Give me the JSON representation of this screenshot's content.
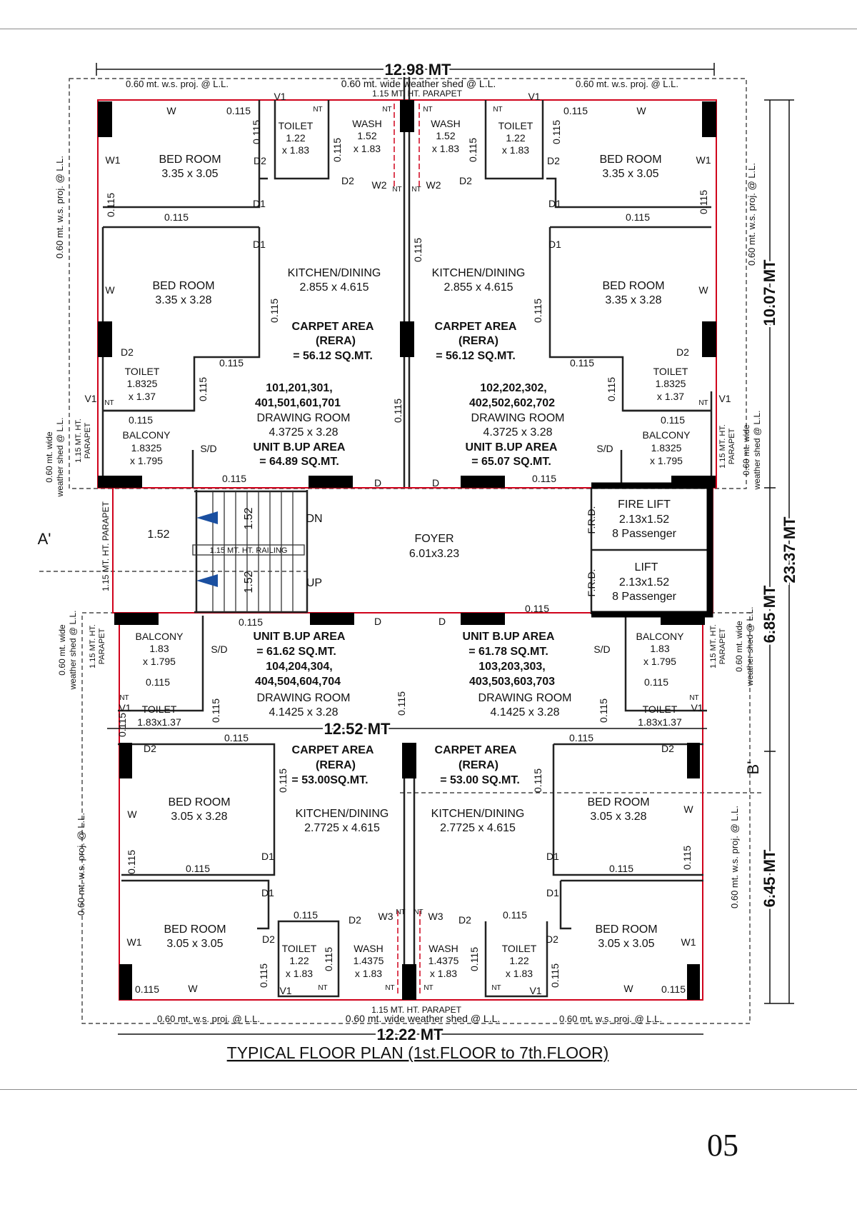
{
  "title": "TYPICAL FLOOR PLAN (1st.FLOOR to 7th.FLOOR)",
  "page_number": "05",
  "colors": {
    "wall": "#000000",
    "outline": "#d0021b",
    "carpet": "#e10ec8",
    "buparea": "#e0161a",
    "units": "#1a1aa8",
    "leader": "#1a4fa0"
  },
  "dimensions": {
    "top": "12.98 MT",
    "bottom": "12.22 MT",
    "middle": "12.52 MT",
    "overall": "23.37 MT",
    "right_top": "10.07 MT",
    "right_mid": "6.85 MT",
    "right_bot": "6.45 MT"
  },
  "notes": {
    "ws_proj": "0.60 mt. w.s. proj. @ L.L.",
    "wide_shed": "0.60 mt. wide weather shed @ L.L.",
    "parapet": "1.15 MT. HT. PARAPET",
    "railing": "1.15 MT. HT. RAILING",
    "side_shed_1": "0.60 mt. wide",
    "side_shed_2": "weather shed @ L.L.",
    "side_parapet_1": "1.15 MT. HT.",
    "side_parapet_2": "PARAPET",
    "stair_parapet": "1.15 MT. HT. PARAPET",
    "sectionA": "A'",
    "sectionB": "B'"
  },
  "rooms": {
    "bed_room": "BED ROOM",
    "bed1": "3.35 x 3.05",
    "bed2": "3.35 x 3.28",
    "bed3": "3.05 x 3.28",
    "bed4": "3.05 x 3.05",
    "toilet": "TOILET",
    "t_122": "1.22",
    "t_x183": "x 1.83",
    "t_18325": "1.8325",
    "t_x137": "x 1.37",
    "t_small": "1.83x1.37",
    "wash": "WASH",
    "w_152": "1.52",
    "w_x183": "x 1.83",
    "w_14375": "1.4375",
    "kitchen": "KITCHEN/DINING",
    "k1": "2.855 x 4.615",
    "k2": "2.7725 x 4.615",
    "drawing": "DRAWING ROOM",
    "d1": "4.3725 x 3.28",
    "d2": "4.1425 x 3.28",
    "balcony": "BALCONY",
    "b_18325": "1.8325",
    "b_x1795": "x 1.795",
    "b_183": "1.83",
    "foyer": "FOYER",
    "foyer_dim": "6.01x3.23",
    "fire_lift": "FIRE LIFT",
    "lift": "LIFT",
    "lift_dim": "2.13x1.52",
    "passenger": "8 Passenger",
    "frd": "F.R.D.",
    "dn": "DN",
    "up": "UP",
    "stair_dim": "1.52"
  },
  "areas": {
    "carpet": "CARPET AREA",
    "rera": "(RERA)",
    "c1": "= 56.12 SQ.MT.",
    "c2": "= 56.12 SQ.MT.",
    "c3": "= 53.00SQ.MT.",
    "c4": "= 53.00 SQ.MT.",
    "bup": "UNIT B.UP AREA",
    "bu1": "= 64.89 SQ.MT.",
    "bu2": "= 65.07 SQ.MT.",
    "bu3": "= 61.62 SQ.MT.",
    "bu4": "= 61.78 SQ.MT.",
    "u1a": "101,201,301,",
    "u1b": "401,501,601,701",
    "u2a": "102,202,302,",
    "u2b": "402,502,602,702",
    "u3a": "104,204,304,",
    "u3b": "404,504,604,704",
    "u4a": "103,203,303,",
    "u4b": "403,503,603,703"
  },
  "labels": {
    "w": "W",
    "w1": "W1",
    "w2": "W2",
    "w3": "W3",
    "v1": "V1",
    "d": "D",
    "d1": "D1",
    "d2": "D2",
    "sd": "S/D",
    "nt": "NT",
    "wall": "0.115"
  }
}
